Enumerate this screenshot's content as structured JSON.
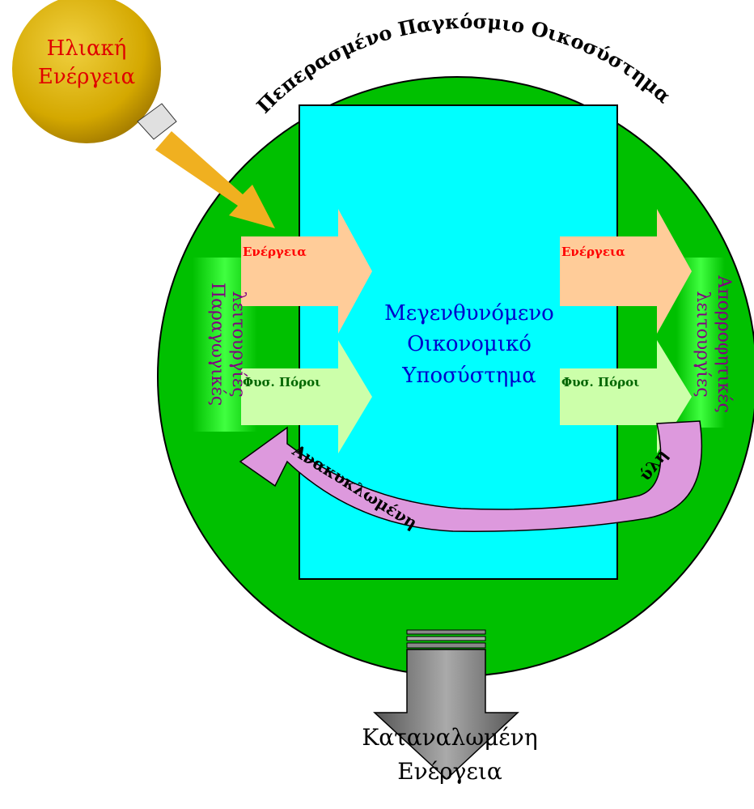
{
  "diagram": {
    "sun": {
      "line1": "Ηλιακή",
      "line2": "Ενέργεια"
    },
    "ecosystem_title": "Πεπερασμένο Παγκόσμιο Οικοσύστημα",
    "economy": {
      "line1": "Μεγενθυνόμενο",
      "line2": "Οικονομικό",
      "line3": "Υποσύστημα"
    },
    "left": {
      "label_line1": "Παραγωγικές",
      "label_line2": "λειτουργίες",
      "energy_label": "Ενέργεια",
      "resources_label": "Φυσ. Πόροι"
    },
    "right": {
      "label_line1": "Απορροφητικές",
      "label_line2": "λειτουργίες",
      "energy_label": "Ενέργεια",
      "resources_label": "Φυσ. Πόροι"
    },
    "recycled": {
      "word1": "Ανακυκλωμένη",
      "word2": "ύλη"
    },
    "output": {
      "line1": "Καταναλωμένη",
      "line2": "Ενέργεια"
    },
    "colors": {
      "ecosystem": "#00c000",
      "economy": "#00ffff",
      "sun": "#d4a800",
      "energy_arrow": "#ffcc99",
      "resource_arrow": "#ccffaa",
      "recycle_arrow": "#dd99dd",
      "sun_arrow": "#f0b020",
      "output_arrow": "#888888",
      "sun_text": "#e00000",
      "economy_text": "#0000cc",
      "side_label": "#800080",
      "energy_text": "#ff0000",
      "resource_text": "#006600"
    }
  }
}
